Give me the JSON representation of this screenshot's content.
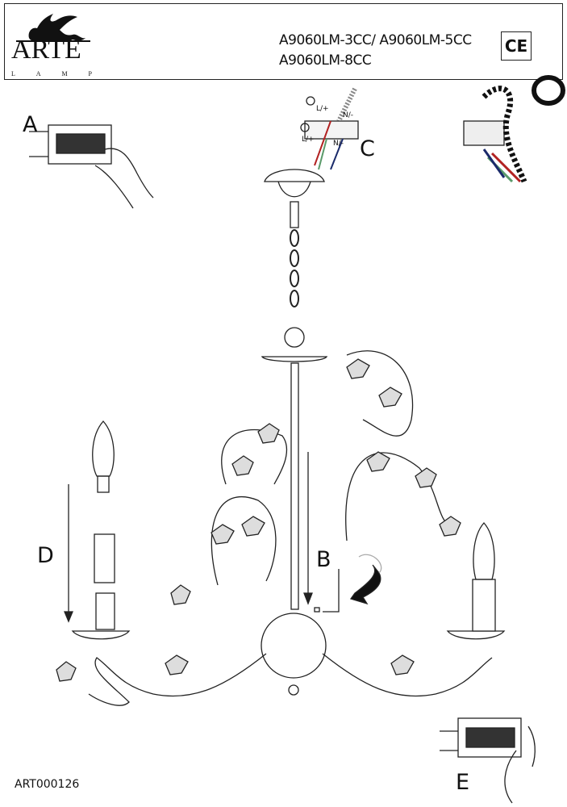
{
  "header": {
    "brand": "ARTE",
    "brand_sub": [
      "L",
      "A",
      "M",
      "P"
    ],
    "models_line1": "A9060LM-3CC/ A9060LM-5CC",
    "models_line2": "A9060LM-8CC",
    "certification": "CE"
  },
  "diagram": {
    "step_a": "A",
    "step_b": "B",
    "step_c": "C",
    "step_d": "D",
    "step_e": "E",
    "wire_live_top": "L/+",
    "wire_neutral_top": "N/-",
    "wire_live_bottom": "L/+",
    "wire_neutral_bottom": "N/-",
    "colors": {
      "live": "#b22222",
      "earth": "#5a9a6a",
      "neutral": "#1a2a6a",
      "line": "#222222"
    }
  },
  "footer": {
    "code": "ART000126"
  }
}
